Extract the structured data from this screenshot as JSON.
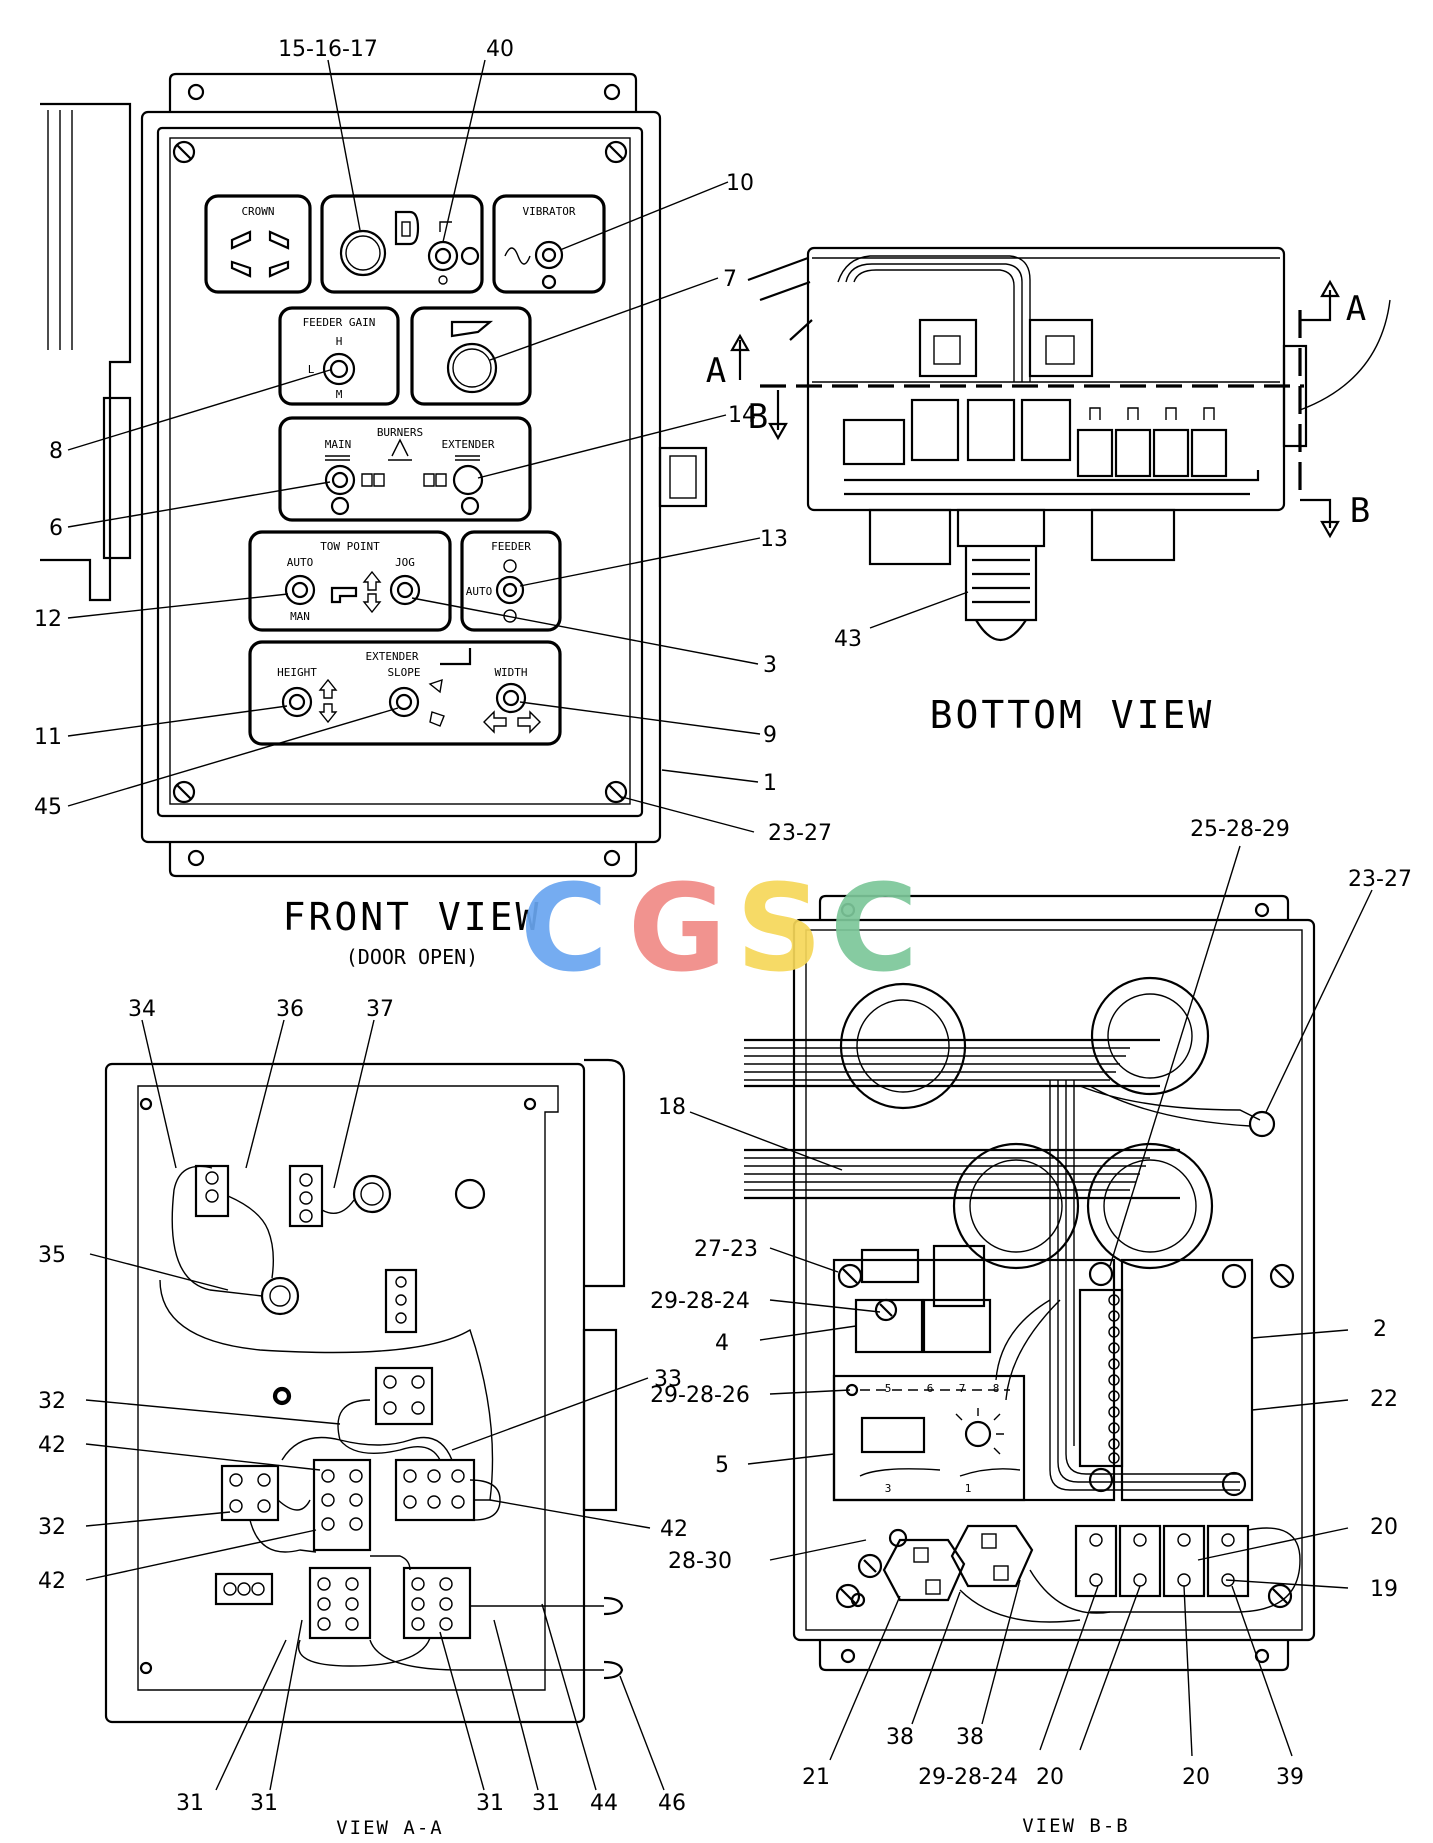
{
  "views": {
    "front": {
      "title": "FRONT VIEW",
      "subtitle": "(DOOR OPEN)"
    },
    "bottom": {
      "title": "BOTTOM VIEW"
    },
    "aa": {
      "title": "VIEW A-A"
    },
    "bb": {
      "title": "VIEW B-B"
    }
  },
  "section_marks": {
    "a": "A",
    "b": "B"
  },
  "panel_labels": {
    "crown": "CROWN",
    "vibrator": "VIBRATOR",
    "feeder_gain": "FEEDER GAIN",
    "gain_h": "H",
    "gain_l": "L",
    "gain_m": "M",
    "burners": "BURNERS",
    "main": "MAIN",
    "extender_small": "EXTENDER",
    "tow_point": "TOW POINT",
    "auto": "AUTO",
    "man": "MAN",
    "jog": "JOG",
    "feeder": "FEEDER",
    "feeder_auto": "AUTO",
    "extender": "EXTENDER",
    "height": "HEIGHT",
    "slope": "SLOPE",
    "width": "WIDTH",
    "relay_5": "5",
    "relay_6": "6",
    "relay_7": "7",
    "relay_8": "8",
    "relay_3": "3",
    "relay_1": "1"
  },
  "callouts": {
    "c15_16_17": "15-16-17",
    "c40": "40",
    "c10": "10",
    "c7": "7",
    "c14": "14",
    "c8": "8",
    "c6": "6",
    "c13": "13",
    "c12": "12",
    "c3": "3",
    "c11": "11",
    "c9": "9",
    "c45": "45",
    "c1": "1",
    "c23_27_a": "23-27",
    "c43": "43",
    "c25_28_29": "25-28-29",
    "c23_27_b": "23-27",
    "c18": "18",
    "c27_23": "27-23",
    "c29_28_24_a": "29-28-24",
    "c4": "4",
    "c29_28_26": "29-28-26",
    "c5": "5",
    "c28_30": "28-30",
    "c2": "2",
    "c22": "22",
    "c20_a": "20",
    "c19": "19",
    "c21": "21",
    "c38_a": "38",
    "c38_b": "38",
    "c29_28_24_b": "29-28-24",
    "c20_b": "20",
    "c20_c": "20",
    "c39": "39",
    "c34": "34",
    "c36": "36",
    "c37": "37",
    "c35": "35",
    "c32_a": "32",
    "c33": "33",
    "c42_a": "42",
    "c32_b": "32",
    "c42_b": "42",
    "c42_c": "42",
    "c31_a": "31",
    "c31_b": "31",
    "c31_c": "31",
    "c31_d": "31",
    "c44": "44",
    "c46": "46"
  },
  "watermark": {
    "letters": [
      "C",
      "G",
      "S",
      "C"
    ],
    "colors": [
      "#6aa6f0",
      "#f08a86",
      "#f6d75a",
      "#7cc79a"
    ]
  }
}
